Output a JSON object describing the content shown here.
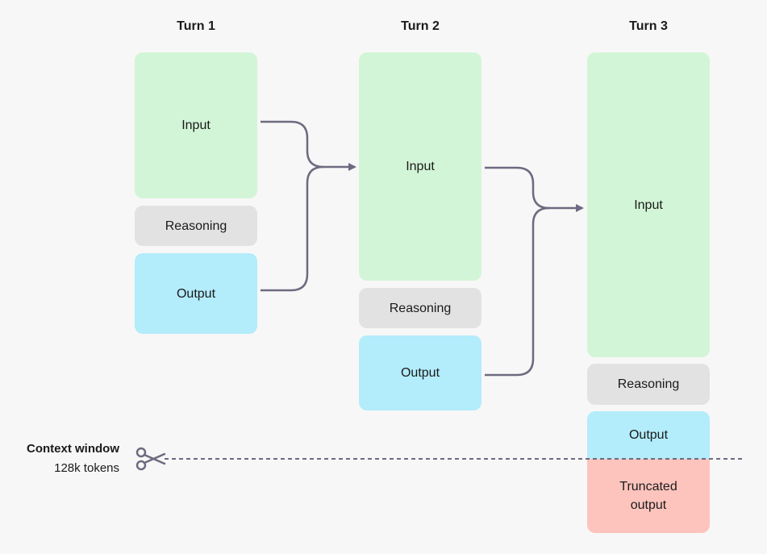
{
  "turns": [
    {
      "title": "Turn 1",
      "input": "Input",
      "reasoning": "Reasoning",
      "output": "Output"
    },
    {
      "title": "Turn 2",
      "input": "Input",
      "reasoning": "Reasoning",
      "output": "Output"
    },
    {
      "title": "Turn 3",
      "input": "Input",
      "reasoning": "Reasoning",
      "output": "Output",
      "truncated": "Truncated output"
    }
  ],
  "context_window": {
    "title": "Context window",
    "subtitle": "128k tokens"
  },
  "colors": {
    "input": "#d3f5d7",
    "reasoning": "#e2e2e2",
    "output": "#b3ecfb",
    "truncated": "#fdc4bd",
    "arrow": "#6e6a80",
    "background": "#f7f7f7"
  },
  "icons": {
    "cut": "scissors-icon"
  }
}
